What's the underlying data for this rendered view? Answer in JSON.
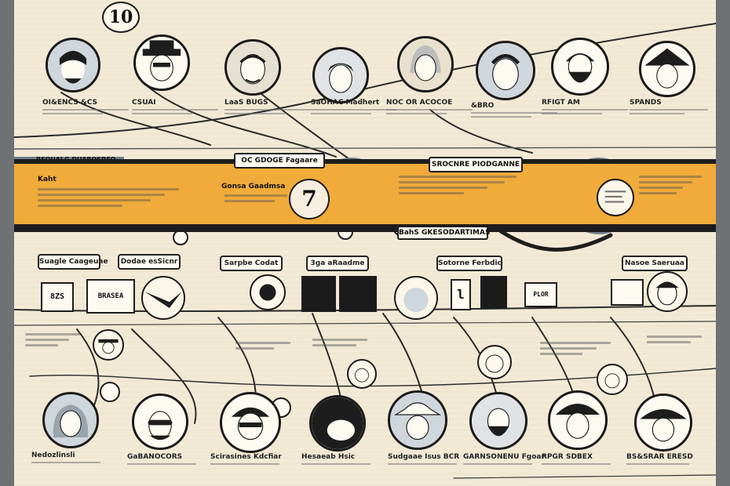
{
  "top_badge": "10",
  "top_row": [
    {
      "name": "OI&ENCS &CS"
    },
    {
      "name": "CSUAI"
    },
    {
      "name": "LaaS BUGS"
    },
    {
      "name": "SaOHAC Madhert"
    },
    {
      "name": "NOC OR ACOCOE"
    },
    {
      "name": "&BRO"
    },
    {
      "name": "RFIGT AM"
    },
    {
      "name": "SPANDS"
    }
  ],
  "band": {
    "grey_label": "REQUALG DUABOSREO",
    "ribbon_center": "OC GDOGE Fagaare",
    "ribbon_right": "SROCNRE PIODGANNE",
    "heading_left": "Kaht",
    "heading_center": "Gonsa Gaadmsa",
    "big_number": "7",
    "lower_ribbon": "BahS GKESODARTIMAS"
  },
  "mid_labels": [
    "Suagle Caageuae",
    "Dodae esSicnr",
    "Sarpbe Codat",
    "3ga aRaadme",
    "Sotorne Ferbdic",
    "Nasoe Saeruaa"
  ],
  "frames": [
    "8ZS",
    "BRASEA",
    "l",
    "PLOR"
  ],
  "bottom_row": [
    {
      "name": "Nedozlinsli"
    },
    {
      "name": "GaBANOCORS"
    },
    {
      "name": "Scirasines Kdcfiar"
    },
    {
      "name": "Hesaeab Hsic"
    },
    {
      "name": "Sudgaae Isus BCR"
    },
    {
      "name": "GARNSONENU Fgoar"
    },
    {
      "name": "RPGR SDBEX"
    },
    {
      "name": "BS&SRAR ERESD"
    }
  ],
  "colors": {
    "accent": "#f0ab3a",
    "ink": "#1d1d1d",
    "paper": "#f3ead6",
    "slate": "#6f7f8c"
  }
}
